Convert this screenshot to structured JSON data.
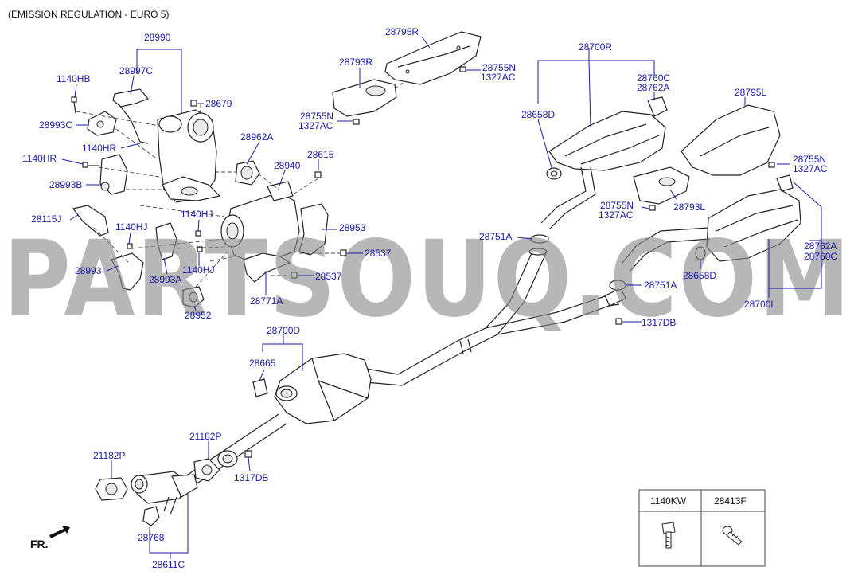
{
  "header": {
    "title": "(EMISSION REGULATION - EURO 5)"
  },
  "watermark": {
    "text": "PARTSOUQ.COM"
  },
  "direction": {
    "label": "FR."
  },
  "callouts": {
    "c28990": "28990",
    "c28997C": "28997C",
    "c1140HB": "1140HB",
    "c28993C": "28993C",
    "c1140HR_a": "1140HR",
    "c1140HR_b": "1140HR",
    "c28993B": "28993B",
    "c28679": "28679",
    "c28962A": "28962A",
    "c28615": "28615",
    "c28940": "28940",
    "c28953": "28953",
    "c28537_a": "28537",
    "c28537_b": "28537",
    "c28771A": "28771A",
    "c28952": "28952",
    "c1140HJ_a": "1140HJ",
    "c1140HJ_b": "1140HJ",
    "c1140HJ_c": "1140HJ",
    "c28115J": "28115J",
    "c28993": "28993",
    "c28993A": "28993A",
    "c28795R": "28795R",
    "c28793R": "28793R",
    "c28755N_a": "28755N",
    "c1327AC_a": "1327AC",
    "c28755N_b": "28755N",
    "c1327AC_b": "1327AC",
    "c28700R": "28700R",
    "c28760C_a": "28760C",
    "c28762A_a": "28762A",
    "c28658D_a": "28658D",
    "c28795L": "28795L",
    "c28755N_c": "28755N",
    "c1327AC_c": "1327AC",
    "c28755N_d": "28755N",
    "c1327AC_d": "1327AC",
    "c28793L": "28793L",
    "c28751A_a": "28751A",
    "c28762A_b": "28762A",
    "c28760C_b": "28760C",
    "c28658D_b": "28658D",
    "c28751A_b": "28751A",
    "c28700L": "28700L",
    "c1317DB_a": "1317DB",
    "c28700D": "28700D",
    "c28665": "28665",
    "c21182P_a": "21182P",
    "c21182P_b": "21182P",
    "c1317DB_b": "1317DB",
    "c28768": "28768",
    "c28611C": "28611C"
  },
  "legend_table": {
    "col1": "1140KW",
    "col2": "28413F"
  },
  "colors": {
    "callout": "#1a1aa6",
    "linework": "#222222",
    "watermark": "#8c8c8c"
  },
  "icons": [
    "bolt-icon",
    "screw-icon",
    "arrow-icon"
  ]
}
